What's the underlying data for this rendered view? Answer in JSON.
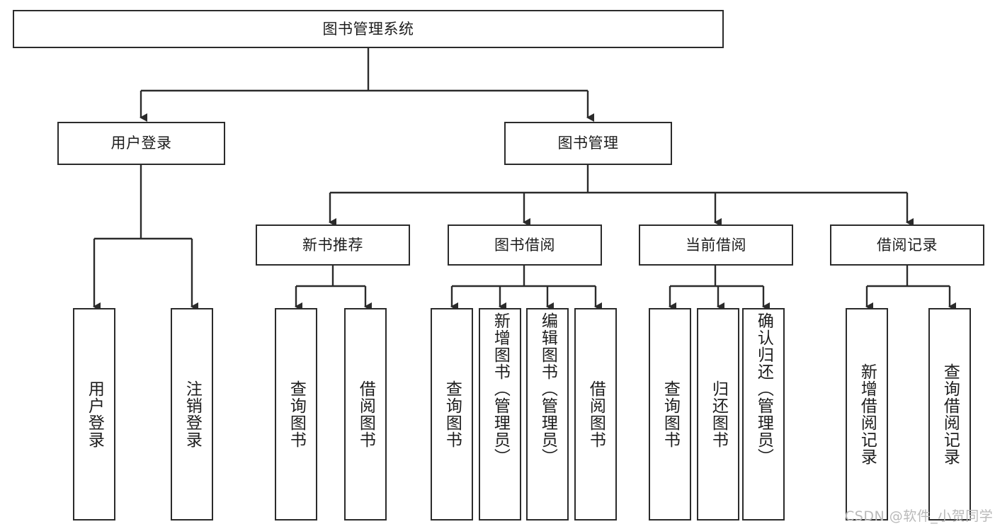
{
  "diagram": {
    "title": "图书管理系统",
    "type": "tree",
    "root": {
      "id": "root",
      "label": "图书管理系统"
    },
    "level2": [
      {
        "id": "user-login",
        "label": "用户登录"
      },
      {
        "id": "book-manage",
        "label": "图书管理"
      }
    ],
    "level3": [
      {
        "id": "new-book-rec",
        "label": "新书推荐",
        "parent": "book-manage"
      },
      {
        "id": "book-borrow",
        "label": "图书借阅",
        "parent": "book-manage"
      },
      {
        "id": "current-borrow",
        "label": "当前借阅",
        "parent": "book-manage"
      },
      {
        "id": "borrow-record",
        "label": "借阅记录",
        "parent": "book-manage"
      }
    ],
    "leaves": [
      {
        "id": "leaf-user-login",
        "label": "用户登录",
        "parent": "user-login"
      },
      {
        "id": "leaf-logout",
        "label": "注销登录",
        "parent": "user-login"
      },
      {
        "id": "leaf-query-book-1",
        "label": "查询图书",
        "parent": "new-book-rec"
      },
      {
        "id": "leaf-borrow-book-1",
        "label": "借阅图书",
        "parent": "new-book-rec"
      },
      {
        "id": "leaf-query-book-2",
        "label": "查询图书",
        "parent": "book-borrow"
      },
      {
        "id": "leaf-add-book",
        "label": "新增图书（管理员）",
        "parent": "book-borrow"
      },
      {
        "id": "leaf-edit-book",
        "label": "编辑图书（管理员）",
        "parent": "book-borrow"
      },
      {
        "id": "leaf-borrow-book-2",
        "label": "借阅图书",
        "parent": "book-borrow"
      },
      {
        "id": "leaf-query-book-3",
        "label": "查询图书",
        "parent": "current-borrow"
      },
      {
        "id": "leaf-return-book",
        "label": "归还图书",
        "parent": "current-borrow"
      },
      {
        "id": "leaf-confirm-return",
        "label": "确认归还（管理员）",
        "parent": "current-borrow"
      },
      {
        "id": "leaf-add-record",
        "label": "新增借阅记录",
        "parent": "borrow-record"
      },
      {
        "id": "leaf-query-record",
        "label": "查询借阅记录",
        "parent": "borrow-record"
      }
    ],
    "colors": {
      "stroke": "#2b2b2b",
      "fill": "#ffffff",
      "text": "#1d1d1d",
      "watermark": "#b9b9b9"
    }
  },
  "watermark": {
    "text": "CSDN @软件_小贺同学"
  }
}
